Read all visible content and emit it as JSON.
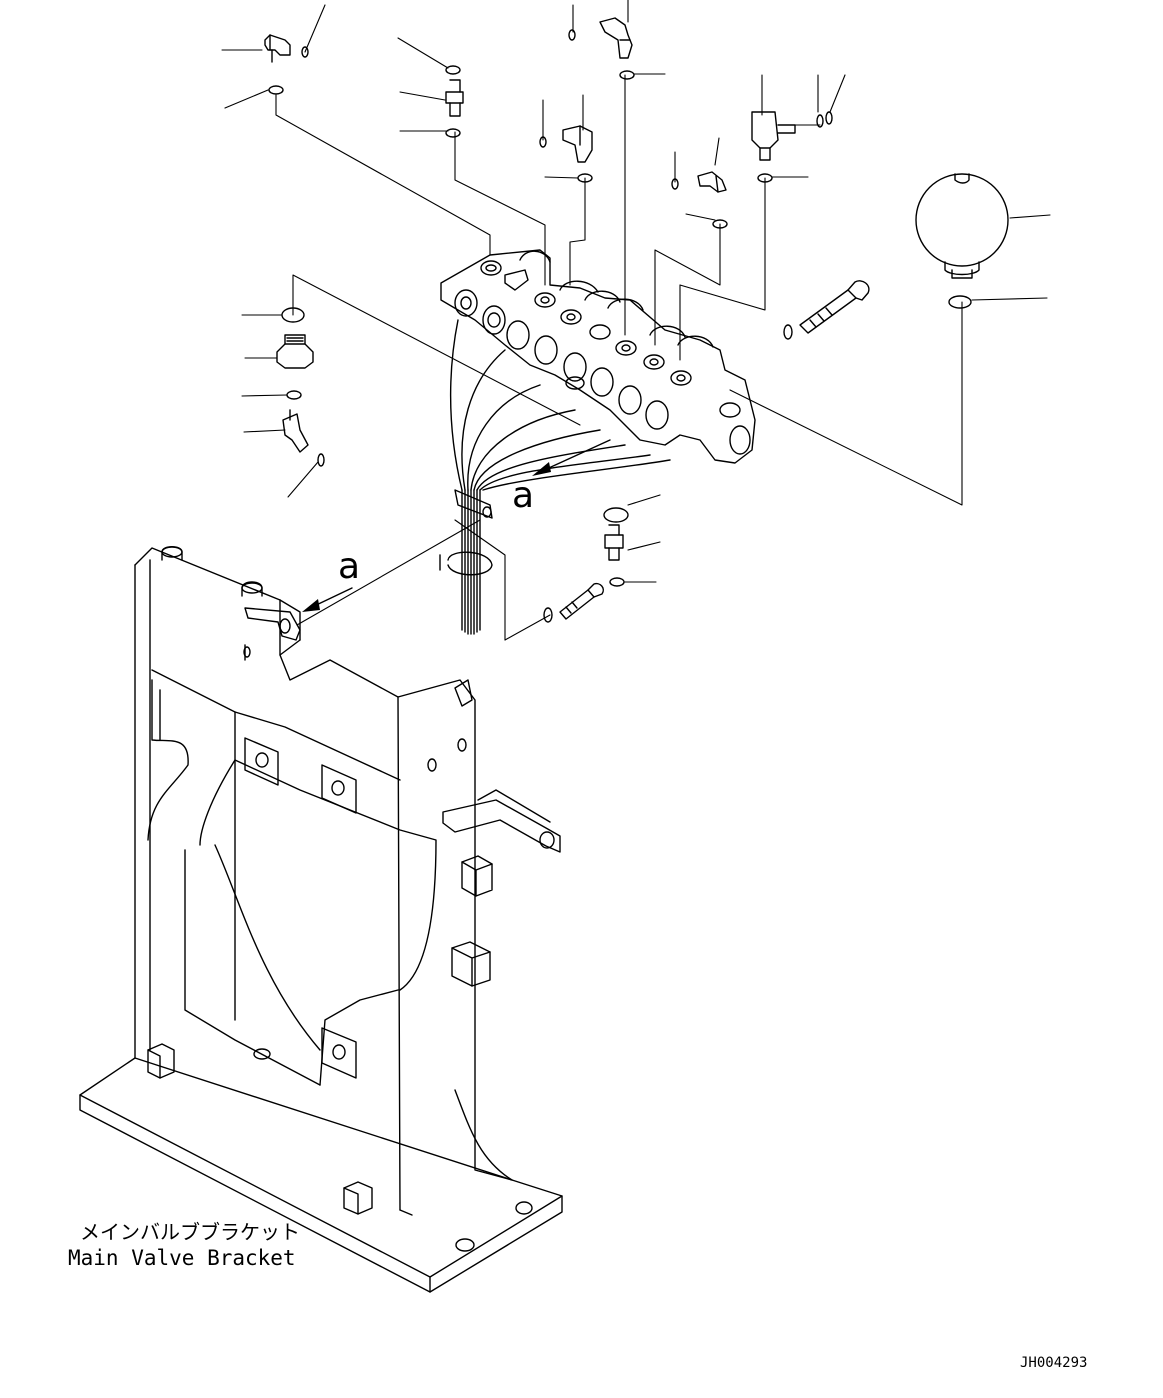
{
  "labels": {
    "callout_letter_upper": "a",
    "callout_letter_lower": "a",
    "bracket_name_jp": "メインバルブブラケット",
    "bracket_name_en": "Main Valve Bracket",
    "drawing_code": "JH004293"
  },
  "colors": {
    "line": "#000000",
    "background": "#ffffff"
  },
  "icons": {
    "accumulator": "sphere",
    "fittings": "elbow-fitting",
    "seals": "o-ring"
  }
}
